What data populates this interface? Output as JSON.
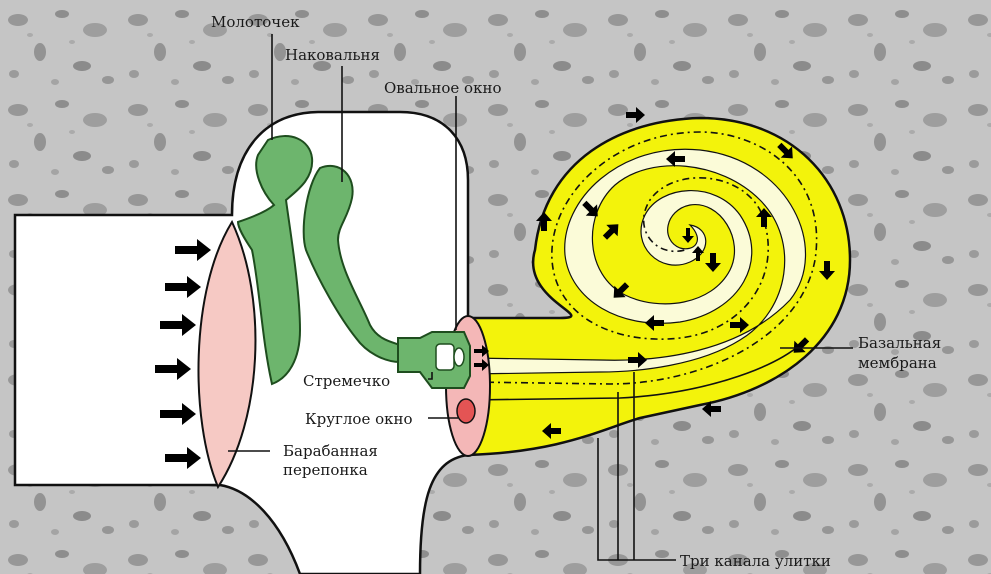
{
  "labels": {
    "malleus": "Молоточек",
    "incus": "Наковальня",
    "oval_window": "Овальное окно",
    "stapes": "Стремечко",
    "round_window": "Круглое окно",
    "eardrum_line1": "Барабанная",
    "eardrum_line2": "перепонка",
    "basilar_line1": "Базальная",
    "basilar_line2": "мембрана",
    "canals": "Три канала улитки"
  },
  "colors": {
    "bone": "#a9a9a9",
    "bone_light": "#cfcfcf",
    "ossicles": "#6db56d",
    "ossicle_edge": "#1e4d1e",
    "cochlea_outer": "#f3f30b",
    "cochlea_inner": "#fbfbd8",
    "eardrum": "#f6c9c4",
    "window": "#f4b7b7",
    "round_window": "#e45454",
    "arrows": "#000000"
  },
  "icons": {
    "sound_wave_arrows": "arrow-right-icon",
    "fluid_flow_arrows": "arrow-icon"
  }
}
